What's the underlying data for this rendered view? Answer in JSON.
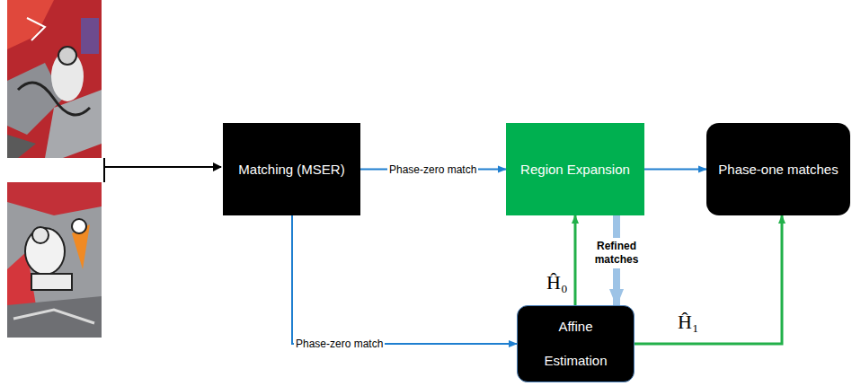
{
  "diagram": {
    "nodes": [
      {
        "text": [
          "Matching (MSER)"
        ]
      },
      {
        "text": [
          "Region Expansion"
        ]
      },
      {
        "text": [
          "Phase-one matches"
        ]
      },
      {
        "text": [
          "Affine Estimation"
        ]
      }
    ],
    "edges": [
      {
        "from": 0,
        "to": 1,
        "arrow": "to",
        "label": "Phase-zero match"
      },
      {
        "from": 1,
        "to": 2,
        "arrow": "to"
      },
      {
        "from": 0,
        "to": 3,
        "arrow": "to",
        "label": "Phase-zero match"
      },
      {
        "from": 3,
        "to": 1,
        "arrow": "to",
        "label": "Ĥ₀"
      },
      {
        "from": 1,
        "to": 3,
        "arrow": "to",
        "label": "Refined matches"
      },
      {
        "from": 3,
        "to": 2,
        "arrow": "to",
        "label": "Ĥ₁"
      }
    ]
  }
}
